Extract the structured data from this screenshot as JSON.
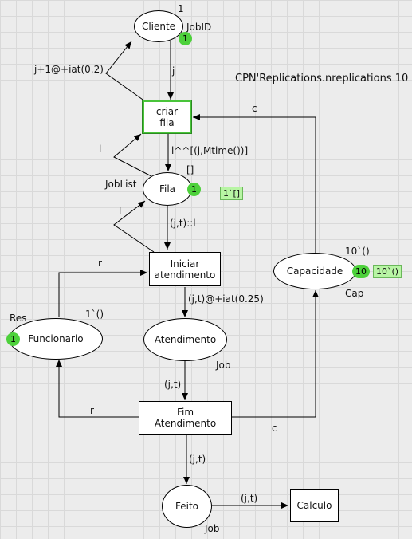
{
  "declaration": "CPN'Replications.nreplications 10",
  "places": {
    "cliente": {
      "name": "Cliente",
      "type": "JobID",
      "initial": "1",
      "tokens": "1"
    },
    "fila": {
      "name": "Fila",
      "type": "JobList",
      "initial": "[]",
      "tokens": "1",
      "marking": "1`[]"
    },
    "atendimento": {
      "name": "Atendimento",
      "type": "Job"
    },
    "funcionario": {
      "name": "Funcionario",
      "type": "Res",
      "initial": "1`()",
      "tokens": "1"
    },
    "capacidade": {
      "name": "Capacidade",
      "type": "Cap",
      "initial": "10`()",
      "tokens": "10",
      "marking": "10`()"
    },
    "feito": {
      "name": "Feito",
      "type": "Job"
    }
  },
  "transitions": {
    "criar_fila": {
      "line1": "criar",
      "line2": "fila"
    },
    "iniciar": {
      "line1": "Iniciar",
      "line2": "atendimento"
    },
    "fim": {
      "line1": "Fim",
      "line2": "Atendimento"
    },
    "calculo": {
      "line1": "Calculo"
    }
  },
  "arcs": {
    "cliente_out": "j",
    "cliente_in": "j+1@+iat(0.2)",
    "fila_loop": "l",
    "to_fila": "l^^[(j,Mtime())]",
    "fila_to_iniciar": "(j,t)::l",
    "iniciar_loop": "l",
    "res_to_iniciar": "r",
    "to_atendimento": "(j,t)@+iat(0.25)",
    "atendimento_to_fim": "(j,t)",
    "fim_to_res": "r",
    "fim_to_cap": "c",
    "cap_to_criar": "c",
    "fim_to_feito": "(j,t)",
    "feito_to_calculo": "(j,t)"
  }
}
